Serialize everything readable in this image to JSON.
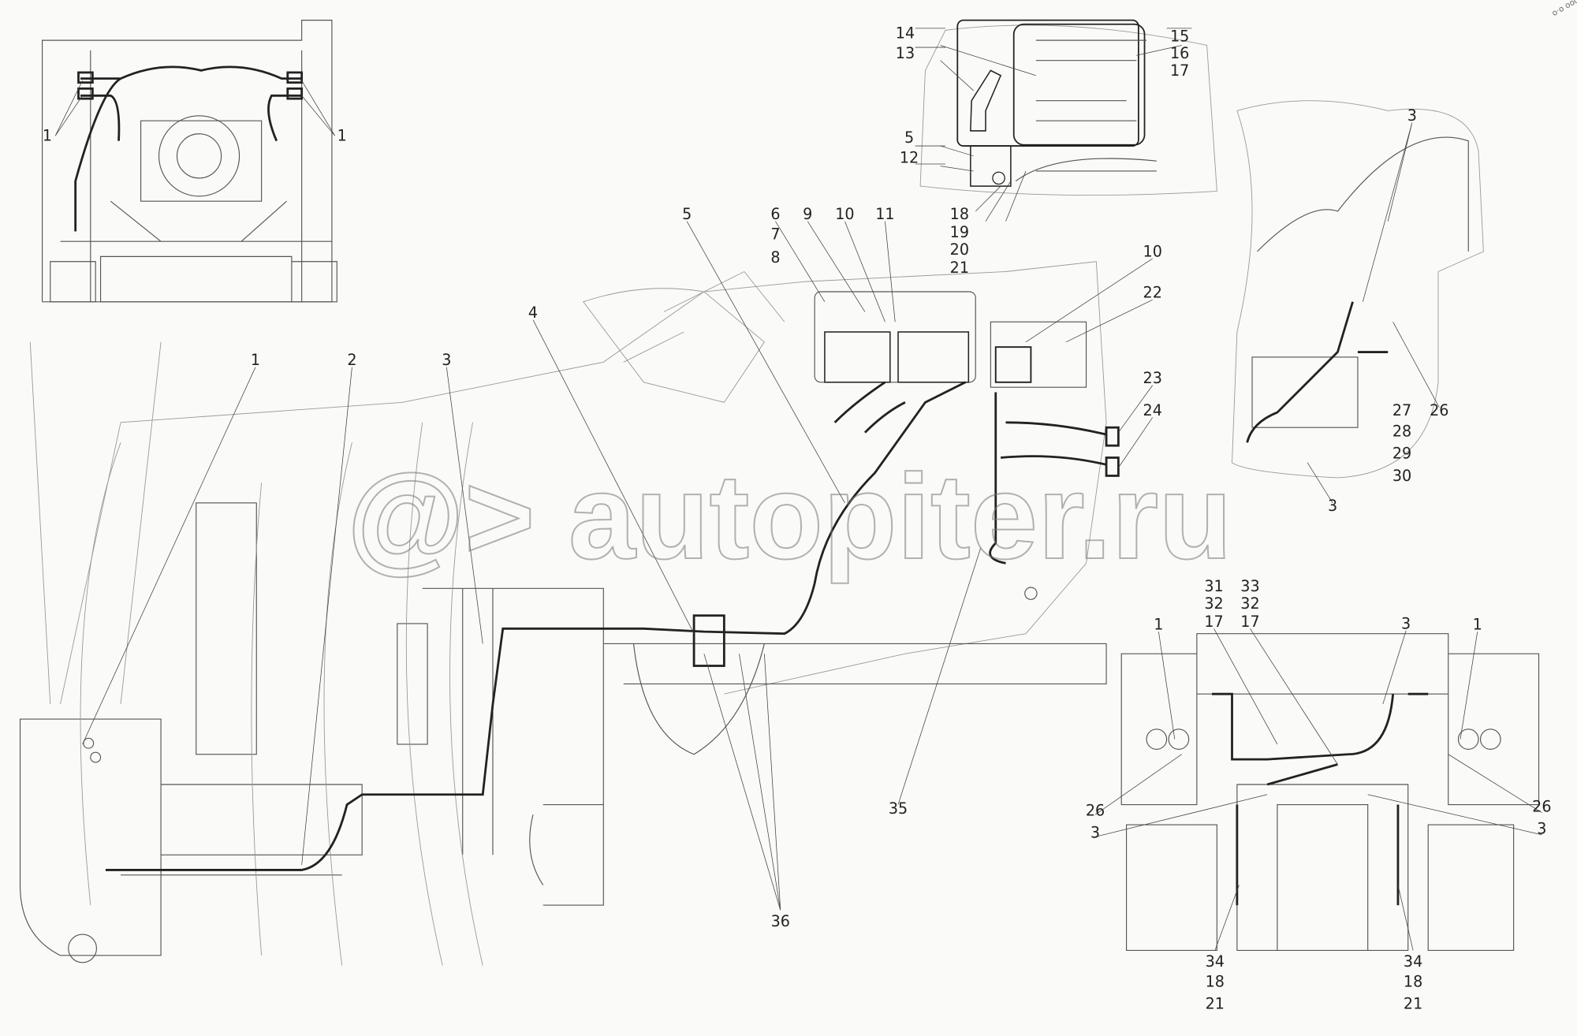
{
  "watermark": "@> autopiter.ru",
  "corner_mark": "o·o ooo",
  "callouts": {
    "tl_1a": "1",
    "tl_1b": "1",
    "tc_14": "14",
    "tc_13": "13",
    "tc_15": "15",
    "tc_16": "16",
    "tc_17": "17",
    "tc_5": "5",
    "tc_12": "12",
    "tc_18": "18",
    "tc_19": "19",
    "tc_20": "20",
    "tc_21": "21",
    "m_5": "5",
    "m_6": "6",
    "m_7": "7",
    "m_8": "8",
    "m_9": "9",
    "m_10": "10",
    "m_11": "11",
    "m_10b": "10",
    "m_22": "22",
    "m_23": "23",
    "m_24": "24",
    "m_4": "4",
    "m_1": "1",
    "m_2": "2",
    "m_3": "3",
    "m_35": "35",
    "m_36": "36",
    "r_3a": "3",
    "r_26": "26",
    "r_27": "27",
    "r_28": "28",
    "r_29": "29",
    "r_30": "30",
    "r_3b": "3",
    "br_31": "31",
    "br_32a": "32",
    "br_17a": "17",
    "br_33": "33",
    "br_32b": "32",
    "br_17b": "17",
    "br_1a": "1",
    "br_3a": "3",
    "br_1b": "1",
    "br_26a": "26",
    "br_3b": "3",
    "br_26b": "26",
    "br_3c": "3",
    "br_34a": "34",
    "br_18a": "18",
    "br_21a": "21",
    "br_34b": "34",
    "br_18b": "18",
    "br_21b": "21"
  }
}
